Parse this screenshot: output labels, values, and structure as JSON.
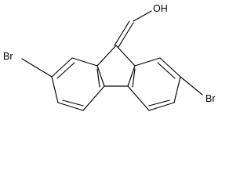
{
  "molecule": {
    "labels": {
      "oxime_oh": "OH",
      "oxime_o": "O",
      "oxime_h": "H",
      "bromine_left": "Br",
      "bromine_right": "Br"
    },
    "colors": {
      "bond": "#000000",
      "text": "#000000",
      "background": "#ffffff"
    }
  }
}
